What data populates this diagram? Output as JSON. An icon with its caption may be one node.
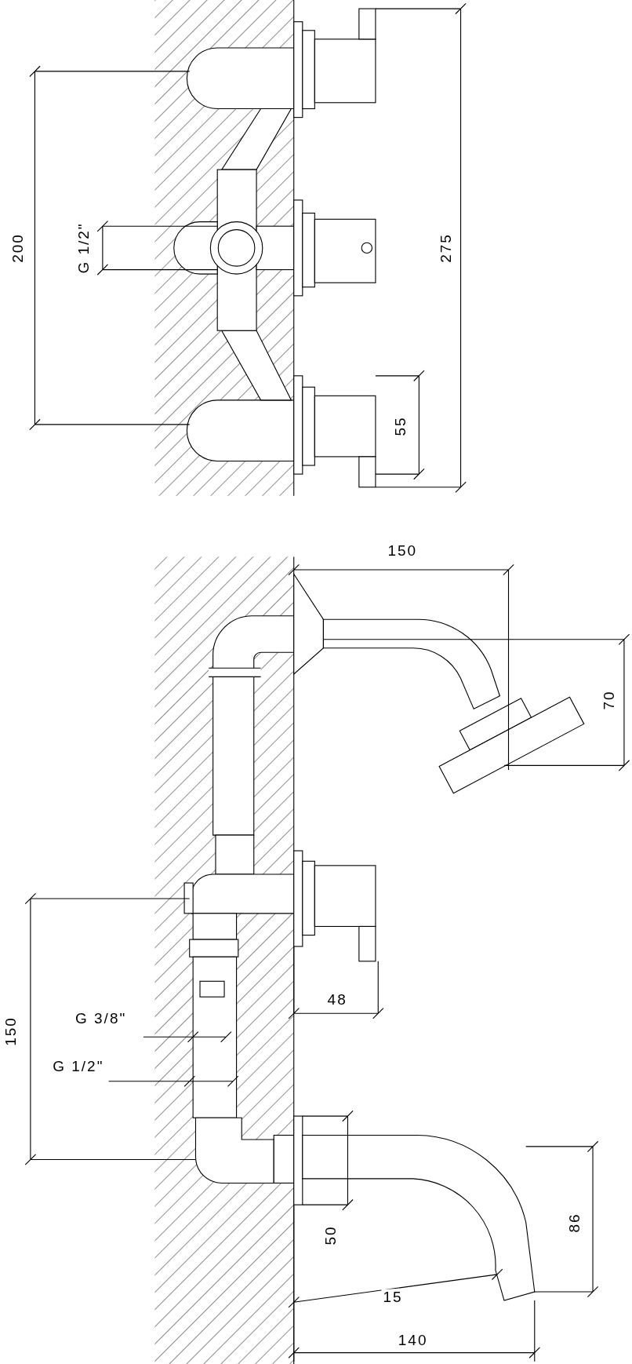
{
  "diagram": {
    "labels": [
      "200",
      "G 1/2\"",
      "275",
      "55",
      "150",
      "70",
      "48",
      "G 3/8\"",
      "G 1/2\"",
      "150",
      "50",
      "86",
      "15",
      "140"
    ]
  }
}
